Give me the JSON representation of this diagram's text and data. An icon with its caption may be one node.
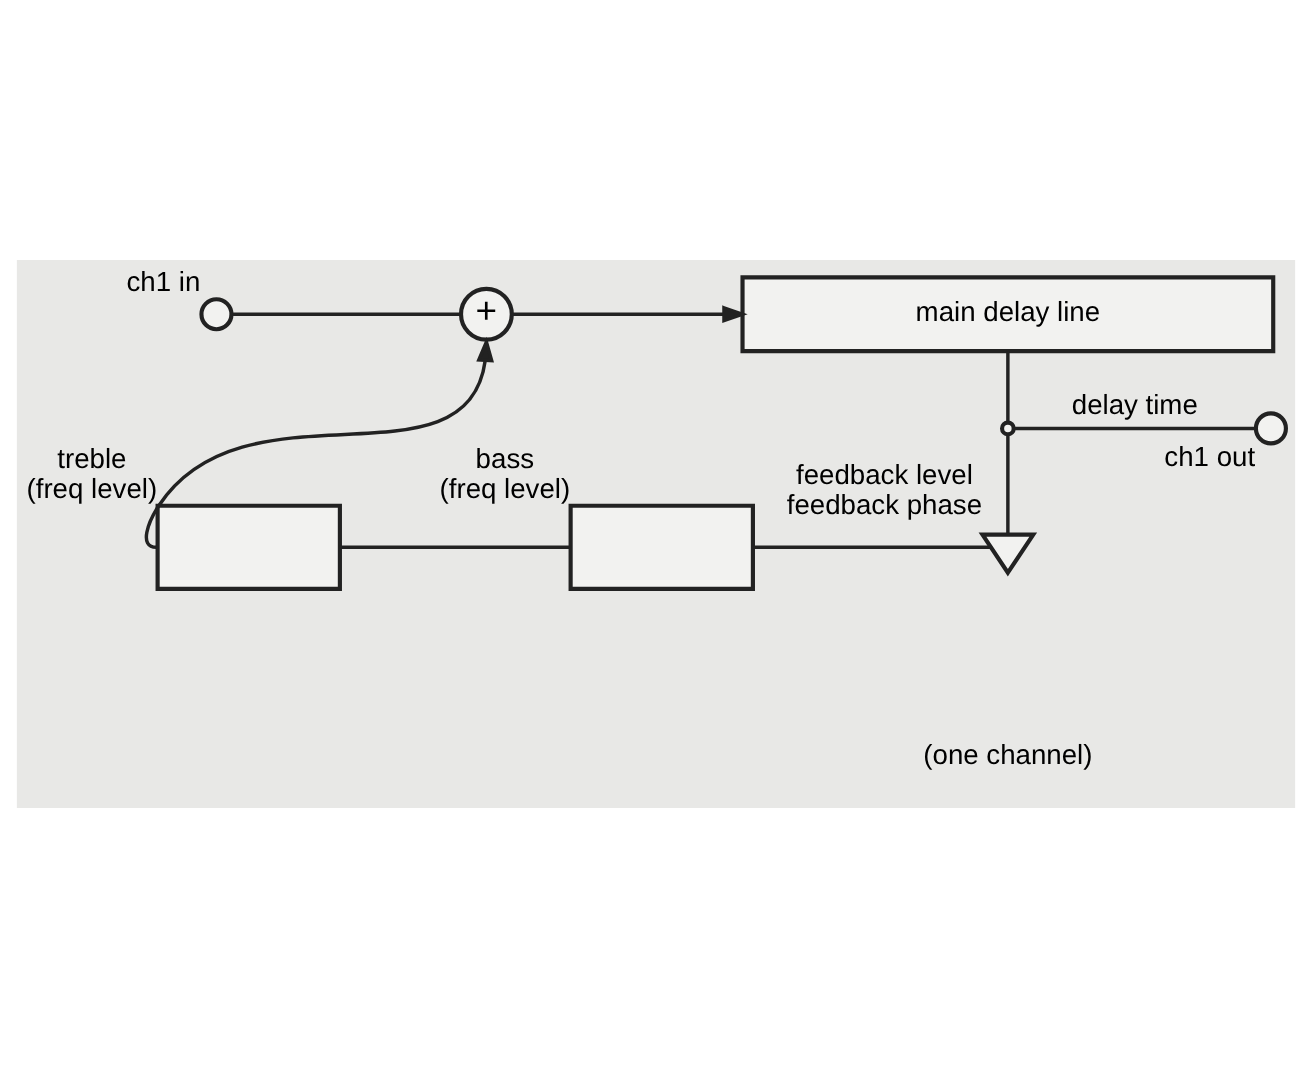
{
  "diagram": {
    "nodes": [
      {
        "text": [],
        "shape": "circle",
        "beside": [
          "ch1 in"
        ]
      },
      {
        "text": [
          "+"
        ]
      },
      {
        "text": [
          "main delay line"
        ]
      },
      {
        "text": [],
        "shape": "dot"
      },
      {
        "text": [],
        "shape": "circle",
        "beside": [
          "ch1 out"
        ]
      },
      {
        "text": [],
        "shape": "triangle",
        "beside": [
          "feedback level",
          "feedback phase"
        ]
      },
      {
        "text": [],
        "shape": "box",
        "beside": [
          "bass",
          "(freq level)"
        ]
      },
      {
        "text": [],
        "shape": "box",
        "beside": [
          "treble",
          "(freq level)"
        ]
      }
    ],
    "edges": [
      {
        "from": 0,
        "to": 1,
        "arrow": "none"
      },
      {
        "from": 1,
        "to": 2,
        "arrow": "to"
      },
      {
        "from": 2,
        "to": 3,
        "arrow": "none"
      },
      {
        "from": 3,
        "to": 4,
        "arrow": "none",
        "label": "delay time"
      },
      {
        "from": 3,
        "to": 5,
        "arrow": "none"
      },
      {
        "from": 5,
        "to": 6,
        "arrow": "none"
      },
      {
        "from": 6,
        "to": 7,
        "arrow": "none"
      },
      {
        "from": 7,
        "to": 1,
        "arrow": "to"
      }
    ],
    "labels": [
      "(one channel)"
    ]
  }
}
